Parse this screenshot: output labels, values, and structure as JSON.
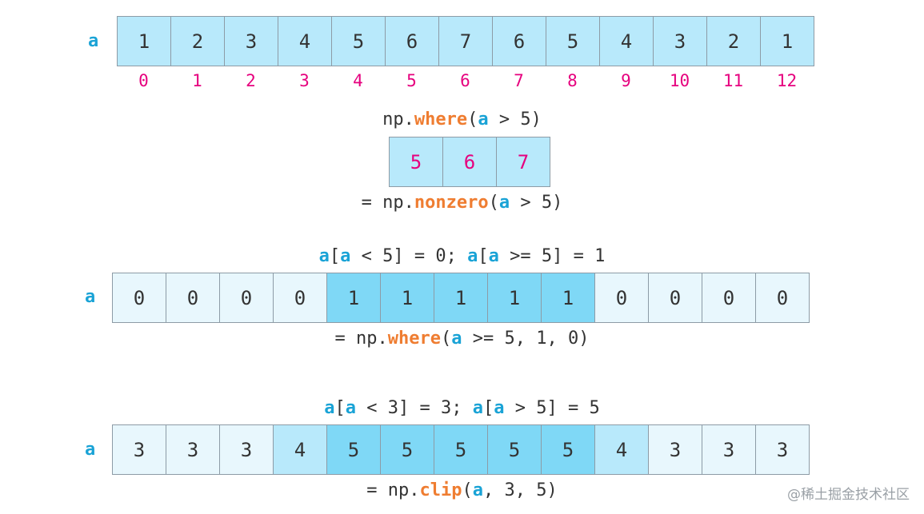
{
  "colors": {
    "var": "#1aa3d6",
    "func": "#ef7d31",
    "index": "#e6007e",
    "text": "#333333",
    "cell_main": "#b8e9fb",
    "cell_light": "#e8f7fd",
    "cell_mid": "#b8e9fb",
    "cell_strong": "#7fd8f6"
  },
  "section1": {
    "label": "a",
    "values": [
      "1",
      "2",
      "3",
      "4",
      "5",
      "6",
      "7",
      "6",
      "5",
      "4",
      "3",
      "2",
      "1"
    ],
    "indices": [
      "0",
      "1",
      "2",
      "3",
      "4",
      "5",
      "6",
      "7",
      "8",
      "9",
      "10",
      "11",
      "12"
    ]
  },
  "section2": {
    "expr_top": {
      "p1": "np.",
      "fn": "where",
      "p2": "(",
      "v": "a",
      "p3": " > 5)"
    },
    "result": [
      "5",
      "6",
      "7"
    ],
    "expr_bottom": {
      "p1": "= np.",
      "fn": "nonzero",
      "p2": "(",
      "v": "a",
      "p3": " > 5)"
    }
  },
  "section3": {
    "expr_top": {
      "v1": "a",
      "t1": "[",
      "v2": "a",
      "t2": " < 5] = 0; ",
      "v3": "a",
      "t3": "[",
      "v4": "a",
      "t4": " >= 5] = 1"
    },
    "label": "a",
    "values": [
      "0",
      "0",
      "0",
      "0",
      "1",
      "1",
      "1",
      "1",
      "1",
      "0",
      "0",
      "0",
      "0"
    ],
    "shades": [
      "light",
      "light",
      "light",
      "light",
      "strong",
      "strong",
      "strong",
      "strong",
      "strong",
      "light",
      "light",
      "light",
      "light"
    ],
    "expr_bottom": {
      "p1": "= np.",
      "fn": "where",
      "p2": "(",
      "v": "a",
      "p3": " >= 5, 1, 0)"
    }
  },
  "section4": {
    "expr_top": {
      "v1": "a",
      "t1": "[",
      "v2": "a",
      "t2": " < 3] = 3; ",
      "v3": "a",
      "t3": "[",
      "v4": "a",
      "t4": " > 5] = 5"
    },
    "label": "a",
    "values": [
      "3",
      "3",
      "3",
      "4",
      "5",
      "5",
      "5",
      "5",
      "5",
      "4",
      "3",
      "3",
      "3"
    ],
    "shades": [
      "light",
      "light",
      "light",
      "mid",
      "strong",
      "strong",
      "strong",
      "strong",
      "strong",
      "mid",
      "light",
      "light",
      "light"
    ],
    "expr_bottom": {
      "p1": "= np.",
      "fn": "clip",
      "p2": "(",
      "v": "a",
      "p3": ", 3, 5)"
    }
  },
  "watermark": "@稀土掘金技术社区"
}
